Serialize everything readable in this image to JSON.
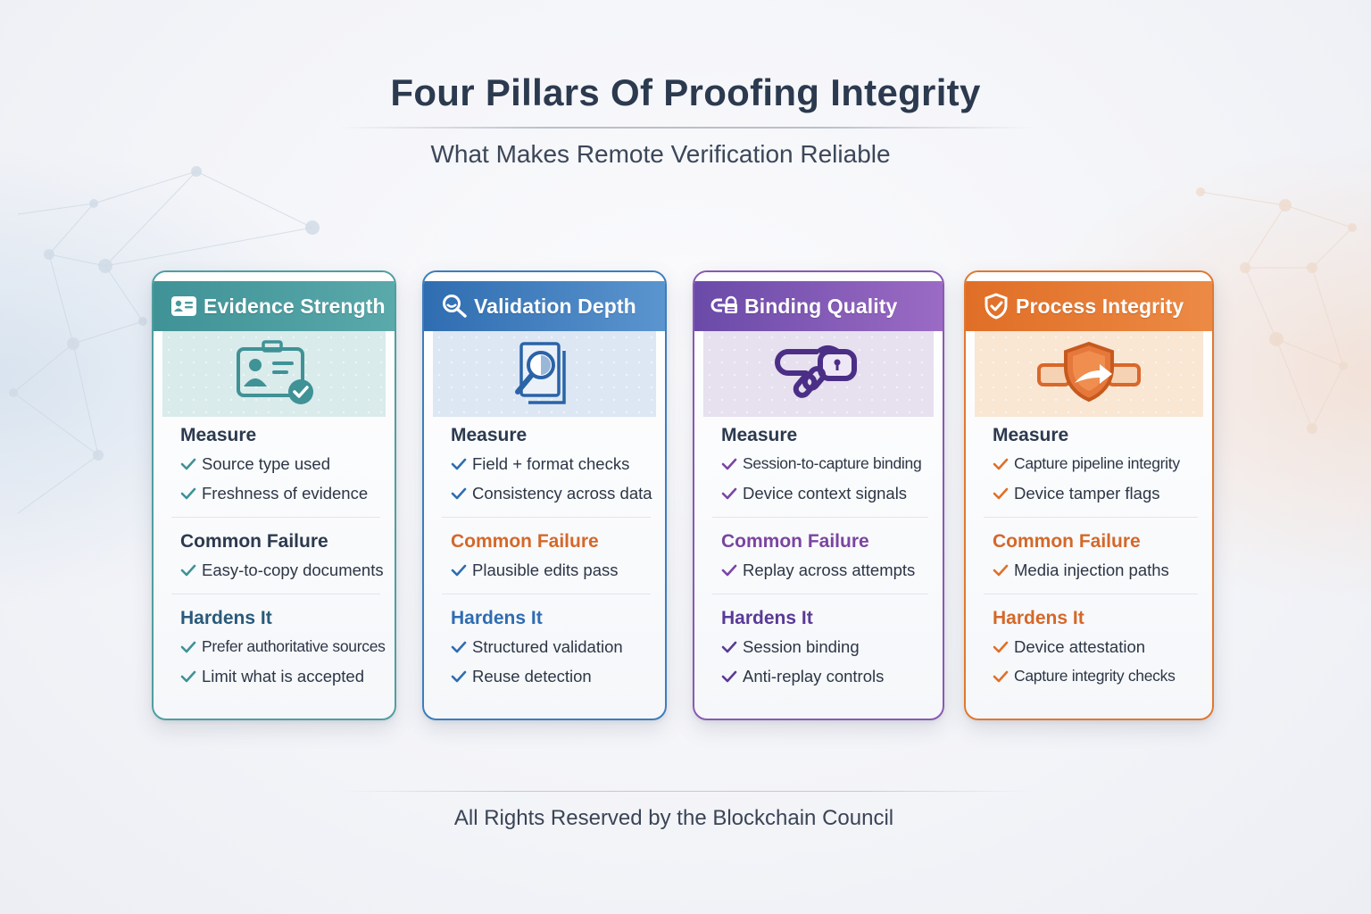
{
  "header": {
    "title": "Four Pillars Of Proofing Integrity",
    "subtitle": "What Makes Remote Verification Reliable"
  },
  "theme": {
    "teal": "#4a9a9c",
    "blue": "#3474b6",
    "purple": "#7a50b0",
    "orange": "#e27430",
    "heading_dark": "#2c3a4f"
  },
  "pillars": [
    {
      "title": "Evidence Strength",
      "header_icon": "id-card-icon",
      "illustration": "id-badge-check-icon",
      "accent": "#4a9a9c",
      "measure": {
        "label": "Measure",
        "items": [
          "Source type used",
          "Freshness of evidence"
        ]
      },
      "failure": {
        "label": "Common Failure",
        "items": [
          "Easy-to-copy documents"
        ]
      },
      "hardens": {
        "label": "Hardens It",
        "items": [
          "Prefer authoritative sources",
          "Limit what is accepted"
        ]
      }
    },
    {
      "title": "Validation Depth",
      "header_icon": "magnifier-icon",
      "illustration": "document-magnifier-icon",
      "accent": "#3474b6",
      "measure": {
        "label": "Measure",
        "items": [
          "Field + format checks",
          "Consistency across data"
        ]
      },
      "failure": {
        "label": "Common Failure",
        "items": [
          "Plausible edits pass"
        ]
      },
      "hardens": {
        "label": "Hardens It",
        "items": [
          "Structured validation",
          "Reuse detection"
        ]
      }
    },
    {
      "title": "Binding Quality",
      "header_icon": "link-lock-icon",
      "illustration": "chain-padlock-icon",
      "accent": "#7a50b0",
      "measure": {
        "label": "Measure",
        "items": [
          "Session-to-capture binding",
          "Device context signals"
        ]
      },
      "failure": {
        "label": "Common Failure",
        "items": [
          "Replay across attempts"
        ]
      },
      "hardens": {
        "label": "Hardens It",
        "items": [
          "Session binding",
          "Anti-replay controls"
        ]
      }
    },
    {
      "title": "Process Integrity",
      "header_icon": "shield-check-icon",
      "illustration": "shield-pipeline-arrow-icon",
      "accent": "#e27430",
      "measure": {
        "label": "Measure",
        "items": [
          "Capture pipeline integrity",
          "Device tamper flags"
        ]
      },
      "failure": {
        "label": "Common Failure",
        "items": [
          "Media injection paths"
        ]
      },
      "hardens": {
        "label": "Hardens It",
        "items": [
          "Device attestation",
          "Capture integrity checks"
        ]
      }
    }
  ],
  "footer": {
    "text": "All Rights Reserved by the Blockchain Council"
  }
}
